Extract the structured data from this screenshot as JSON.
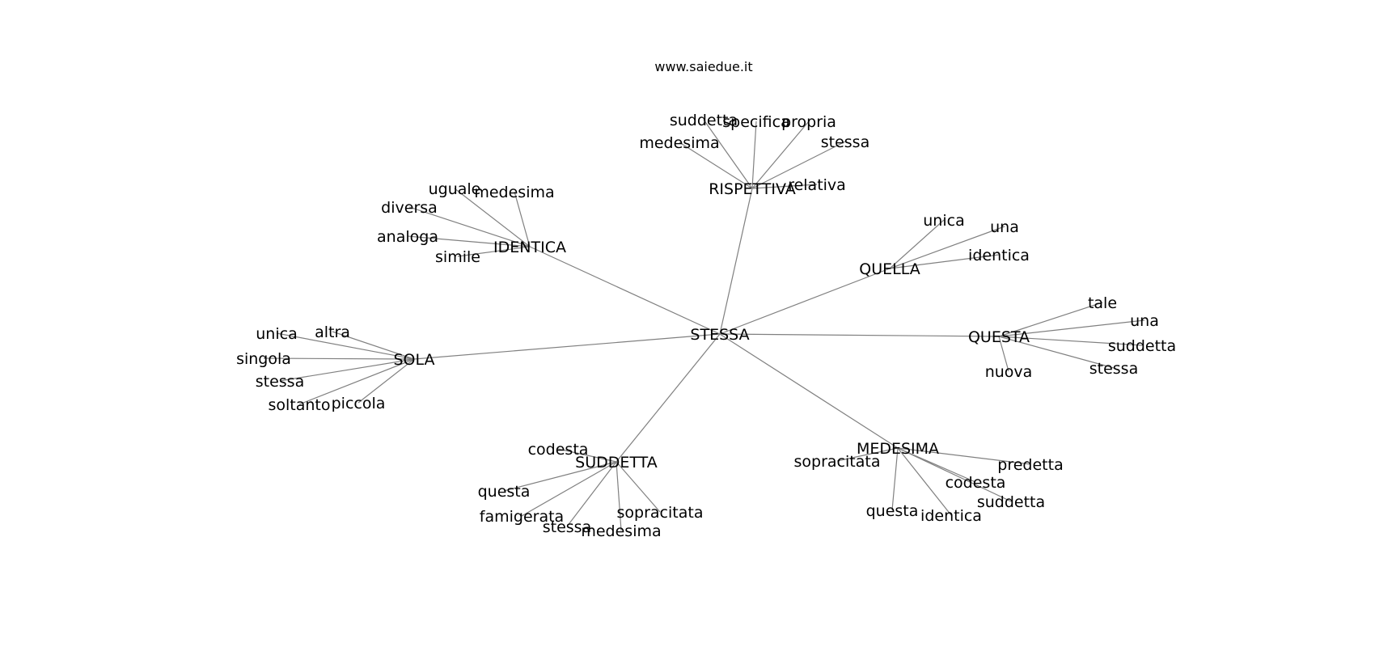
{
  "credit": "www.saiedue.it",
  "colors": {
    "edge": "#808080",
    "text": "#000000",
    "background": "#ffffff"
  },
  "root": "STESSA",
  "clusters": [
    {
      "label": "RISPETTIVA",
      "leaves": [
        "suddetta",
        "specifica",
        "propria",
        "medesima",
        "stessa",
        "relativa"
      ]
    },
    {
      "label": "IDENTICA",
      "leaves": [
        "uguale",
        "medesima",
        "diversa",
        "analoga",
        "simile"
      ]
    },
    {
      "label": "QUELLA",
      "leaves": [
        "unica",
        "una",
        "identica"
      ]
    },
    {
      "label": "QUESTA",
      "leaves": [
        "tale",
        "una",
        "suddetta",
        "stessa",
        "nuova"
      ]
    },
    {
      "label": "SOLA",
      "leaves": [
        "unica",
        "altra",
        "singola",
        "stessa",
        "soltanto",
        "piccola"
      ]
    },
    {
      "label": "SUDDETTA",
      "leaves": [
        "codesta",
        "questa",
        "famigerata",
        "stessa",
        "medesima",
        "sopracitata"
      ]
    },
    {
      "label": "MEDESIMA",
      "leaves": [
        "sopracitata",
        "predetta",
        "codesta",
        "suddetta",
        "questa",
        "identica"
      ]
    }
  ]
}
